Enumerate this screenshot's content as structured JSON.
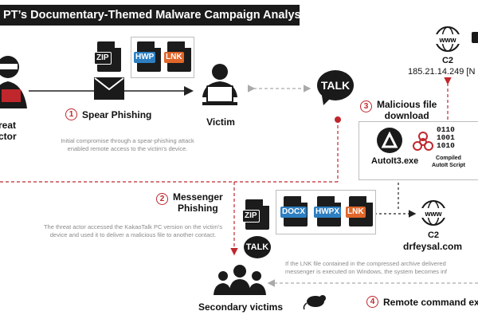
{
  "title": "PT’s Documentary-Themed Malware Campaign Analysis",
  "actor": {
    "line1": "reat",
    "line2": "ctor"
  },
  "victim_label": "Victim",
  "steps": {
    "s1": {
      "num": "1",
      "label": "Spear Phishing"
    },
    "s2": {
      "num": "2",
      "line1": "Messenger",
      "line2": "Phishing"
    },
    "s3": {
      "num": "3",
      "line1": "Malicious file",
      "line2": "download"
    },
    "s4": {
      "num": "4",
      "label": "Remote command exe"
    }
  },
  "notes": {
    "n1_l1": "Initial compromise through a spear-phishing attack",
    "n1_l2": "enabled remote access to the victim's device.",
    "n2_l1": "The threat actor accessed the KakaoTalk PC version on the victim's",
    "n2_l2": "device and used it to deliver a malicious file to another contact.",
    "n3_l1": "If the LNK file contained in the compressed archive delivered",
    "n3_l2": "messenger is executed on Windows, the system becomes inf"
  },
  "files_top": [
    "ZIP",
    "HWP",
    "LNK"
  ],
  "files_bottom": [
    "ZIP",
    "DOCX",
    "HWPX",
    "LNK"
  ],
  "talk": "TALK",
  "c2_top": {
    "label": "C2",
    "ip": "185.21.14.249 [N"
  },
  "c2_bottom": {
    "label": "C2",
    "domain": "drfeysal.com"
  },
  "globe_text": "www",
  "autoit": {
    "exe": "AutoIt3.exe",
    "script_l1": "Compiled",
    "script_l2": "AutoIt Script",
    "bits": [
      "0110",
      "1001",
      "1010"
    ]
  },
  "secondary_label": "Secondary victims",
  "colors": {
    "accent": "#c0272d",
    "hwp": "#2d7fc1",
    "lnk": "#e0662b",
    "docx": "#2d7fc1",
    "hwpx": "#2d7fc1",
    "dark": "#1a1a1a"
  }
}
